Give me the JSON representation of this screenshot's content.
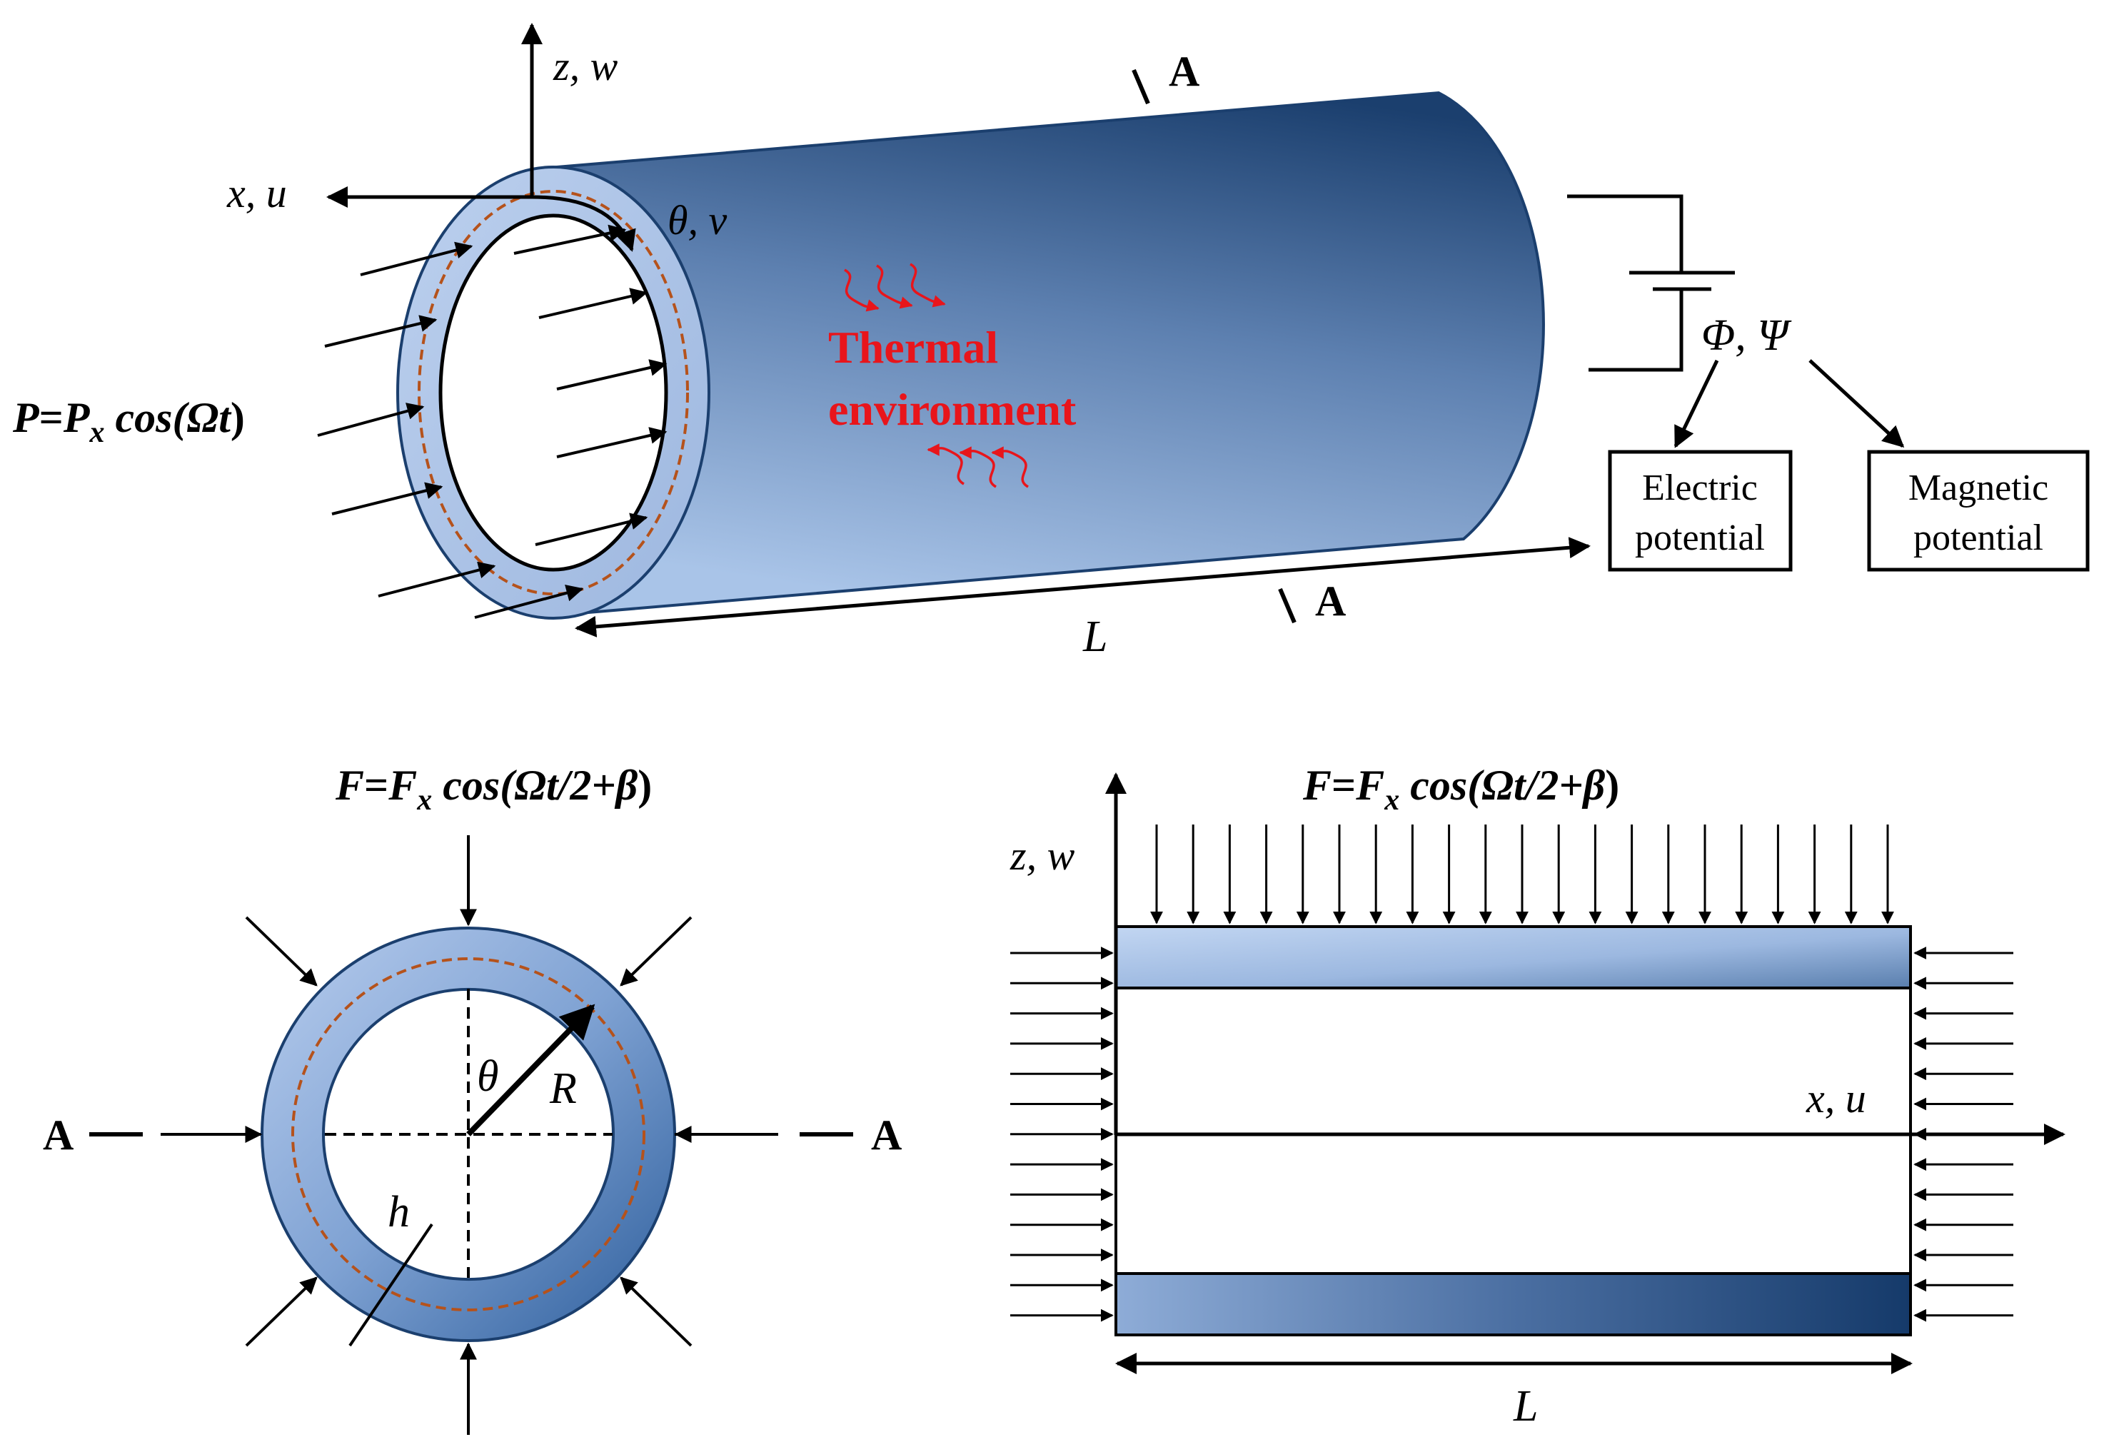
{
  "top_view": {
    "axis_z_label": "z, w",
    "axis_x_label": "x, u",
    "axis_theta_label": "θ, v",
    "section_marker_top": "A",
    "section_marker_bottom": "A",
    "length_label": "L",
    "load_label": {
      "lhs": "P",
      "eq": "=",
      "rhs_base": "P",
      "rhs_sub": "x",
      "func": " cos(",
      "arg": "Ωt",
      "close": ")"
    },
    "thermal_label_line1": "Thermal",
    "thermal_label_line2": "environment",
    "potentials_label": "Φ,  Ψ",
    "electric_box_line1": "Electric",
    "electric_box_line2": "potential",
    "magnetic_box_line1": "Magnetic",
    "magnetic_box_line2": "potential"
  },
  "cross_section": {
    "force_label": {
      "lhs": "F",
      "eq": "=",
      "rhs_base": "F",
      "rhs_sub": "x",
      "func": " cos(",
      "arg": "Ωt/2+β",
      "close": ")"
    },
    "theta_label": "θ",
    "radius_label": "R",
    "thickness_label": "h",
    "section_left": "A",
    "section_right": "A"
  },
  "longitudinal_section": {
    "force_label": {
      "lhs": "F",
      "eq": "=",
      "rhs_base": "F",
      "rhs_sub": "x",
      "func": " cos(",
      "arg": "Ωt/2+β",
      "close": ")"
    },
    "axis_z_label": "z, w",
    "axis_x_label": "x, u",
    "length_label": "L"
  },
  "colors": {
    "shell_dark": "#1b3f6e",
    "shell_light": "#a9c4e8",
    "thermal_red": "#e8151b",
    "midline_brown": "#b5521b"
  }
}
